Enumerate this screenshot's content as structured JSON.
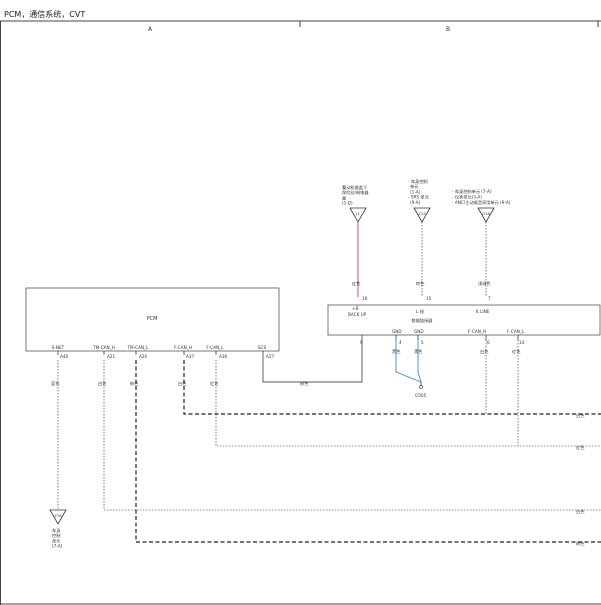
{
  "title": "PCM，通信系统，CVT",
  "zones": {
    "a": "A",
    "b": "B"
  },
  "pcm": {
    "label": "PCM",
    "pins": [
      {
        "name": "S-NET",
        "pin": "A40"
      },
      {
        "name": "TM-CAN_H",
        "pin": "A21"
      },
      {
        "name": "TM-CAN_L",
        "pin": "A20"
      },
      {
        "name": "F-CAN_H",
        "pin": "A37"
      },
      {
        "name": "F-CAN_L",
        "pin": "A36"
      },
      {
        "name": "SCS",
        "pin": "A27"
      }
    ]
  },
  "dlc": {
    "label": "数据链接器",
    "pins": [
      {
        "name": "+B\nBACK UP",
        "pin": "16"
      },
      {
        "name": "L 线",
        "pin": "15"
      },
      {
        "name": "K LINE",
        "pin": "7"
      },
      {
        "name": "GND",
        "pin": "4"
      },
      {
        "name": "GND",
        "pin": "5"
      },
      {
        "name": "F-CAN_H",
        "pin": "6"
      },
      {
        "name": "F-CAN_L",
        "pin": "14"
      }
    ],
    "scs_pin": "9"
  },
  "refs": [
    {
      "text": "发动机舱盖下\n保险丝/继电器\n盒\n(1-D)",
      "code": "J2"
    },
    {
      "text": "- 车身控制\n单元\n(1-A)\n- SRS 单元\n(9-A)",
      "code": "Z13"
    },
    {
      "text": "- 车身控制单元 (7-A)\n- 仪表单元(3-A)\n- ANC/主动噪音停用单元 (9-A)",
      "code": "G18"
    }
  ],
  "bottom_ref": {
    "code": "Z76",
    "text": "车身\n控制\n单元\n(7-A)"
  },
  "ground": "G505",
  "wire_colors": {
    "red": "红色",
    "brown": "棕色",
    "light_green": "浅绿色",
    "blue": "蓝色",
    "white": "白色",
    "pink": "粉色",
    "black": "黑色"
  },
  "edge_labels": [
    "白色",
    "红色",
    "白色",
    "粉色"
  ],
  "colors": {
    "red_wire": "#d83a3a",
    "blue_wire": "#3f86c6",
    "line": "#222222"
  }
}
